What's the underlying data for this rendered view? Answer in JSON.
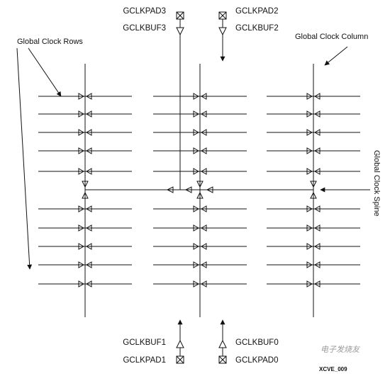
{
  "labels": {
    "gclkpad3": "GCLKPAD3",
    "gclkbuf3": "GCLKBUF3",
    "gclkpad2": "GCLKPAD2",
    "gclkbuf2": "GCLKBUF2",
    "gclkbuf1": "GCLKBUF1",
    "gclkpad1": "GCLKPAD1",
    "gclkbuf0": "GCLKBUF0",
    "gclkpad0": "GCLKPAD0",
    "global_clock_rows": "Global Clock Rows",
    "global_clock_column": "Global Clock Column",
    "global_clock_spine": "Global Clock Spine",
    "figure_id": "XCVE_009",
    "watermark": "电子发烧友"
  },
  "colors": {
    "line": "#111111",
    "background": "#ffffff",
    "watermark": "#9a9a9a"
  },
  "icons": {
    "pad": "pad-icon",
    "buffer": "buffer-icon",
    "arrow": "arrow-icon"
  }
}
